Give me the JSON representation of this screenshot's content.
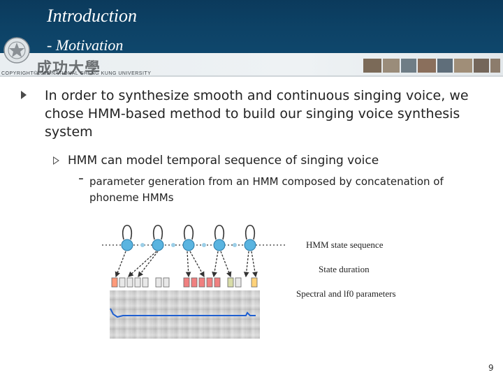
{
  "header": {
    "title": "Introduction",
    "subtitle": "- Motivation",
    "university_name": "成功大學",
    "copyright": "COPYRIGHT©2002 NATIONAL CHENG KUNG UNIVERSITY"
  },
  "content": {
    "bullet1": "In order to synthesize smooth and continuous singing voice, we chose HMM-based method to build our singing voice synthesis system",
    "bullet2": "HMM can model temporal sequence of singing voice",
    "bullet3_dash": "-",
    "bullet3": "parameter generation from an HMM composed by concatenation of phoneme HMMs"
  },
  "figure": {
    "label_state": "HMM state sequence",
    "label_duration": "State duration",
    "label_spectral": "Spectral and lf0 parameters",
    "state_colors": [
      "#ff9a7a",
      "#e8e8e8",
      "#d8dca8",
      "#f08080",
      "#ffd27a"
    ]
  },
  "footer": {
    "page_number": "9"
  },
  "colors": {
    "header_bg": "#0f4a70",
    "node_fill": "#5ab4e0",
    "f0_line": "#1f5fd0"
  }
}
